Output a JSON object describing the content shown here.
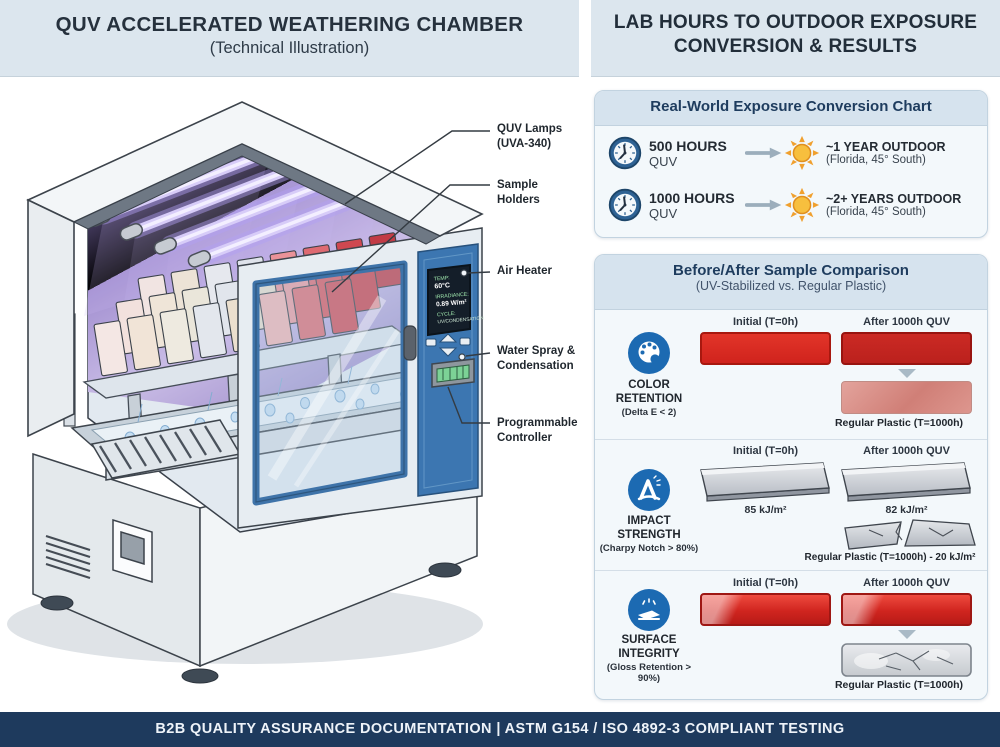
{
  "header": {
    "left_title": "QUV ACCELERATED WEATHERING CHAMBER",
    "left_subtitle": "(Technical Illustration)",
    "right_title_1": "LAB HOURS TO OUTDOOR EXPOSURE",
    "right_title_2": "CONVERSION & RESULTS"
  },
  "illustration": {
    "labels": [
      "QUV Lamps\n(UVA-340)",
      "Sample\nHolders",
      "Air Heater",
      "Water Spray &\nCondensation",
      "Programmable\nController"
    ],
    "display": {
      "l1": "TEMP:",
      "v1": "60°C",
      "l2": "IRRADIANCE:",
      "v2": "0.89 W/m²",
      "l3": "CYCLE:",
      "v3": "UV/CONDENSATION"
    }
  },
  "conversion": {
    "title": "Real-World Exposure Conversion Chart",
    "rows": [
      {
        "hours": "500 HOURS",
        "unit": "QUV",
        "result": "~1 YEAR OUTDOOR",
        "location": "(Florida, 45° South)"
      },
      {
        "hours": "1000 HOURS",
        "unit": "QUV",
        "result": "~2+ YEARS OUTDOOR",
        "location": "(Florida, 45° South)"
      }
    ]
  },
  "comparison": {
    "title": "Before/After Sample Comparison",
    "subtitle": "(UV-Stabilized vs. Regular Plastic)",
    "col_initial": "Initial (T=0h)",
    "col_after": "After 1000h QUV",
    "rows": [
      {
        "metric": "COLOR RETENTION",
        "spec": "(Delta E < 2)",
        "regular_caption": "Regular Plastic (T=1000h)"
      },
      {
        "metric": "IMPACT STRENGTH",
        "spec": "(Charpy Notch > 80%)",
        "initial_value": "85 kJ/m²",
        "after_value": "82 kJ/m²",
        "regular_caption": "Regular Plastic (T=1000h) - 20 kJ/m²"
      },
      {
        "metric": "SURFACE INTEGRITY",
        "spec": "(Gloss Retention > 90%)",
        "regular_caption": "Regular Plastic (T=1000h)"
      }
    ]
  },
  "footer": {
    "text": "B2B QUALITY ASSURANCE DOCUMENTATION  |  ASTM G154 / ISO 4892-3 COMPLIANT TESTING"
  },
  "icons": {
    "clock": "clock-icon",
    "sun": "sun-icon",
    "arrow": "arrow-right-icon",
    "palette": "palette-icon",
    "impact": "impact-icon",
    "surface": "surface-icon"
  },
  "colors": {
    "header_bg": "#dce6ee",
    "footer_bg": "#1e3a5d",
    "card_header_bg": "#d6e3ee",
    "icon_blue": "#1c6ab2",
    "red_initial": "#d0231d",
    "red_after": "#bb211d",
    "red_degraded": "#d98e88",
    "sun_orange": "#f2a431",
    "uv_glow": "#b2a0f5"
  }
}
